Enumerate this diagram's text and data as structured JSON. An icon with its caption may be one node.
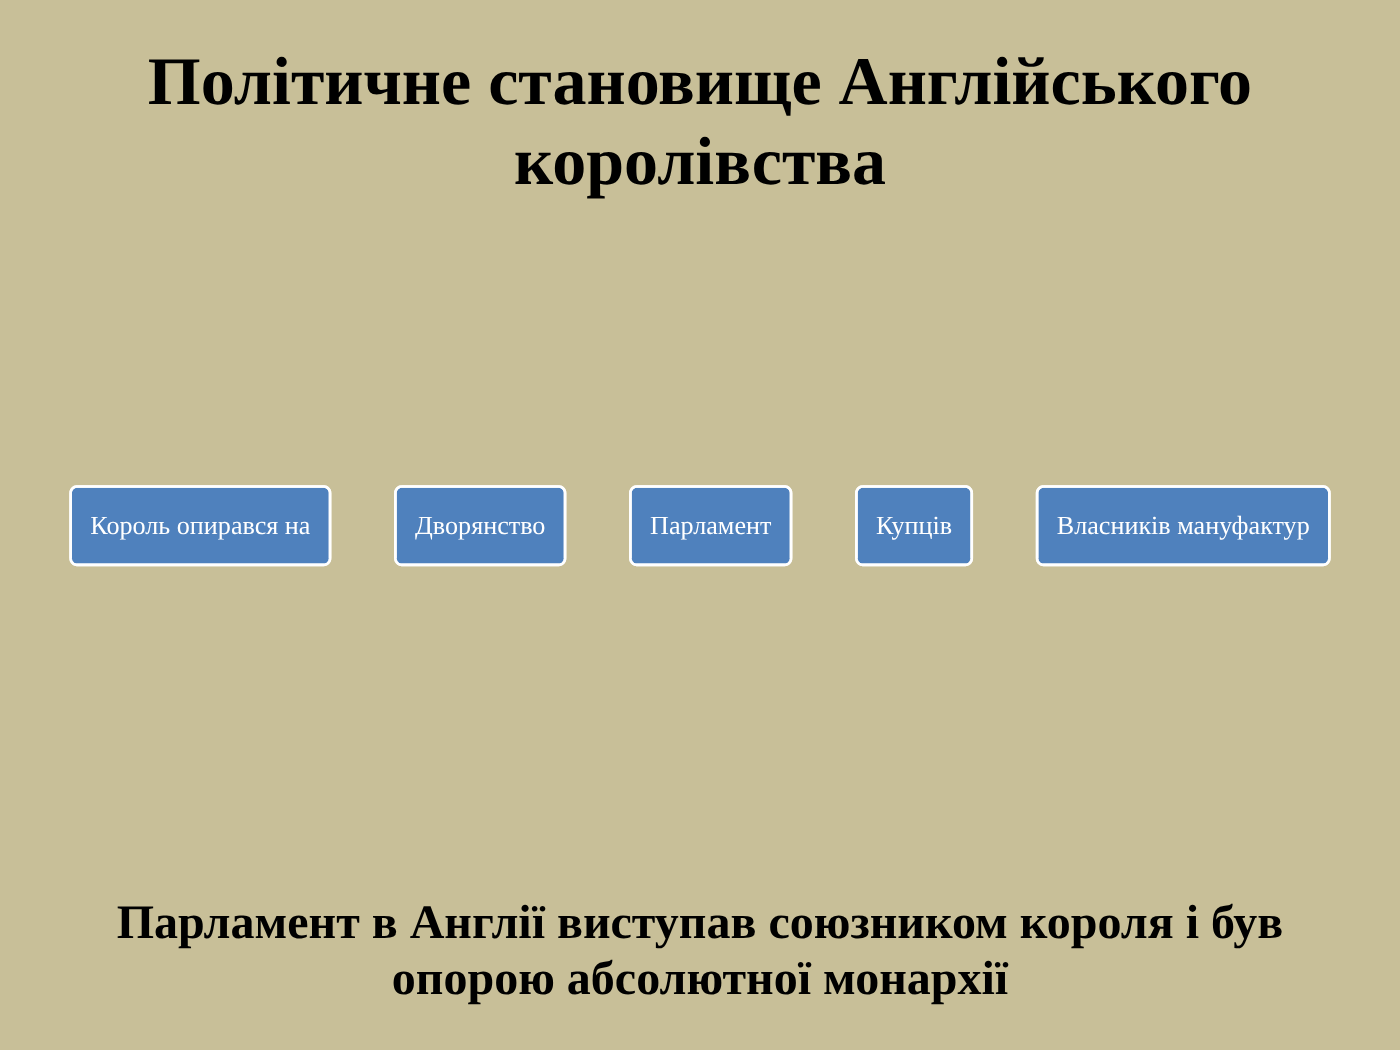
{
  "diagram": {
    "title": "Політичне становище Англійського королівства",
    "nodes": [
      {
        "text": [
          "Король опирався на"
        ]
      },
      {
        "text": [
          "Дворянство"
        ]
      },
      {
        "text": [
          "Парламент"
        ]
      },
      {
        "text": [
          "Купців"
        ]
      },
      {
        "text": [
          "Власників мануфактур"
        ]
      }
    ],
    "caption": "Парламент в Англії виступав союзником короля і був опорою абсолютної монархії"
  }
}
